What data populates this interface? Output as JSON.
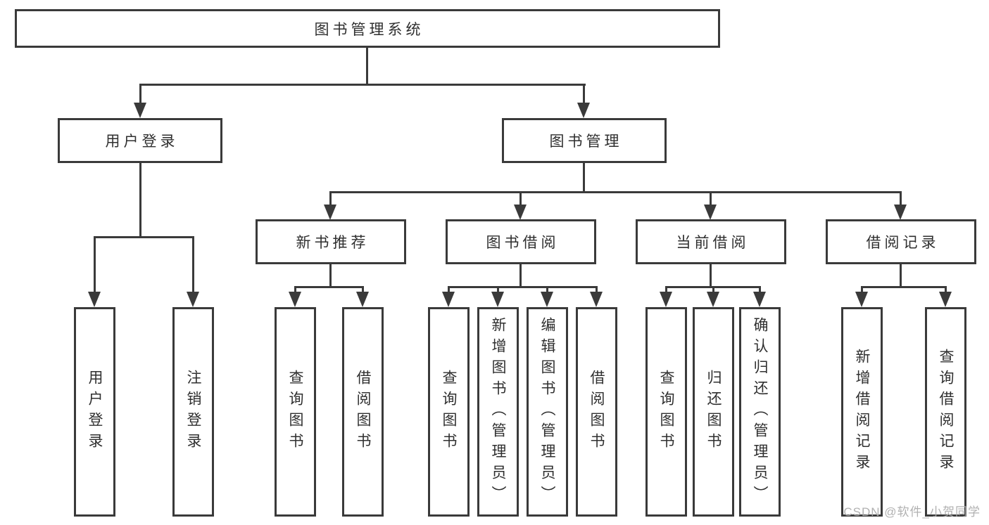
{
  "diagram": {
    "type": "hierarchy-tree",
    "title": "图书管理系统",
    "nodes": {
      "root": "图书管理系统",
      "user_login": "用户登录",
      "book_management": "图书管理",
      "new_book_recommend": "新书推荐",
      "book_borrowing": "图书借阅",
      "current_borrowing": "当前借阅",
      "borrowing_records": "借阅记录",
      "user_login_children": [
        "用户登录",
        "注销登录"
      ],
      "new_book_children": [
        "查询图书",
        "借阅图书"
      ],
      "book_borrowing_children": [
        "查询图书",
        "新增图书（管理员）",
        "编辑图书（管理员）",
        "借阅图书"
      ],
      "current_borrowing_children": [
        "查询图书",
        "归还图书",
        "确认归还（管理员）"
      ],
      "borrowing_records_children": [
        "新增借阅记录",
        "查询借阅记录"
      ]
    },
    "edges": [
      [
        "图书管理系统",
        "用户登录"
      ],
      [
        "图书管理系统",
        "图书管理"
      ],
      [
        "用户登录",
        "用户登录"
      ],
      [
        "用户登录",
        "注销登录"
      ],
      [
        "图书管理",
        "新书推荐"
      ],
      [
        "图书管理",
        "图书借阅"
      ],
      [
        "图书管理",
        "当前借阅"
      ],
      [
        "图书管理",
        "借阅记录"
      ],
      [
        "新书推荐",
        "查询图书"
      ],
      [
        "新书推荐",
        "借阅图书"
      ],
      [
        "图书借阅",
        "查询图书"
      ],
      [
        "图书借阅",
        "新增图书（管理员）"
      ],
      [
        "图书借阅",
        "编辑图书（管理员）"
      ],
      [
        "图书借阅",
        "借阅图书"
      ],
      [
        "当前借阅",
        "查询图书"
      ],
      [
        "当前借阅",
        "归还图书"
      ],
      [
        "当前借阅",
        "确认归还（管理员）"
      ],
      [
        "借阅记录",
        "新增借阅记录"
      ],
      [
        "借阅记录",
        "查询借阅记录"
      ]
    ],
    "colors": {
      "line": "#3a3a3a",
      "box_border": "#3a3a3a",
      "box_fill": "#ffffff",
      "text": "#2f2f2f",
      "background": "#ffffff",
      "watermark_text_color": "#adadad"
    }
  },
  "watermark": {
    "text": "CSDN @软件_小贺同学"
  }
}
